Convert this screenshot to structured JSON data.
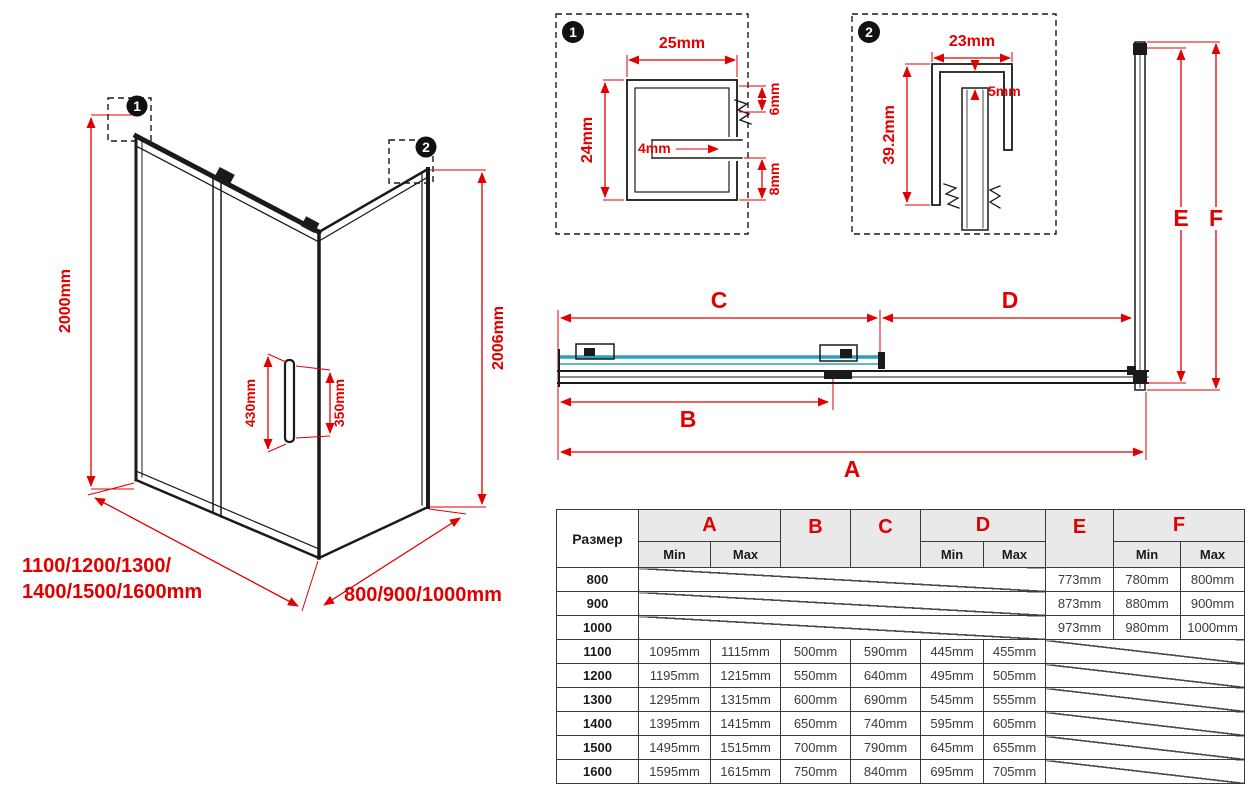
{
  "colors": {
    "accent": "#e10000",
    "ink": "#1a1a1a",
    "glass": "#2b9fbd"
  },
  "callouts": {
    "c1": "1",
    "c2": "2"
  },
  "iso": {
    "height_left": "2000mm",
    "height_right": "2006mm",
    "handle_height": "430mm",
    "handle_cutout": "350mm",
    "width_line1": "1100/1200/1300/",
    "width_line2": "1400/1500/1600mm",
    "depth_label": "800/900/1000mm"
  },
  "detail1": {
    "width": "25mm",
    "height": "24mm",
    "slot": "4mm",
    "gap_top": "6mm",
    "gap_bottom": "8mm"
  },
  "detail2": {
    "width": "23mm",
    "height": "39.2mm",
    "gap": "5mm"
  },
  "plan": {
    "dim_a": "A",
    "dim_b": "B",
    "dim_c": "C",
    "dim_d": "D"
  },
  "elevation": {
    "dim_e": "E",
    "dim_f": "F"
  },
  "table": {
    "size_header": "Размер",
    "group_a": "A",
    "group_b": "B",
    "group_c": "C",
    "group_d": "D",
    "group_e": "E",
    "group_f": "F",
    "min": "Min",
    "max": "Max",
    "rows": [
      {
        "size": "800",
        "a_min": null,
        "a_max": null,
        "b": null,
        "c": null,
        "d_min": null,
        "d_max": null,
        "e": "773mm",
        "f_min": "780mm",
        "f_max": "800mm"
      },
      {
        "size": "900",
        "a_min": null,
        "a_max": null,
        "b": null,
        "c": null,
        "d_min": null,
        "d_max": null,
        "e": "873mm",
        "f_min": "880mm",
        "f_max": "900mm"
      },
      {
        "size": "1000",
        "a_min": null,
        "a_max": null,
        "b": null,
        "c": null,
        "d_min": null,
        "d_max": null,
        "e": "973mm",
        "f_min": "980mm",
        "f_max": "1000mm"
      },
      {
        "size": "1100",
        "a_min": "1095mm",
        "a_max": "1115mm",
        "b": "500mm",
        "c": "590mm",
        "d_min": "445mm",
        "d_max": "455mm",
        "e": null,
        "f_min": null,
        "f_max": null
      },
      {
        "size": "1200",
        "a_min": "1195mm",
        "a_max": "1215mm",
        "b": "550mm",
        "c": "640mm",
        "d_min": "495mm",
        "d_max": "505mm",
        "e": null,
        "f_min": null,
        "f_max": null
      },
      {
        "size": "1300",
        "a_min": "1295mm",
        "a_max": "1315mm",
        "b": "600mm",
        "c": "690mm",
        "d_min": "545mm",
        "d_max": "555mm",
        "e": null,
        "f_min": null,
        "f_max": null
      },
      {
        "size": "1400",
        "a_min": "1395mm",
        "a_max": "1415mm",
        "b": "650mm",
        "c": "740mm",
        "d_min": "595mm",
        "d_max": "605mm",
        "e": null,
        "f_min": null,
        "f_max": null
      },
      {
        "size": "1500",
        "a_min": "1495mm",
        "a_max": "1515mm",
        "b": "700mm",
        "c": "790mm",
        "d_min": "645mm",
        "d_max": "655mm",
        "e": null,
        "f_min": null,
        "f_max": null
      },
      {
        "size": "1600",
        "a_min": "1595mm",
        "a_max": "1615mm",
        "b": "750mm",
        "c": "840mm",
        "d_min": "695mm",
        "d_max": "705mm",
        "e": null,
        "f_min": null,
        "f_max": null
      }
    ]
  }
}
